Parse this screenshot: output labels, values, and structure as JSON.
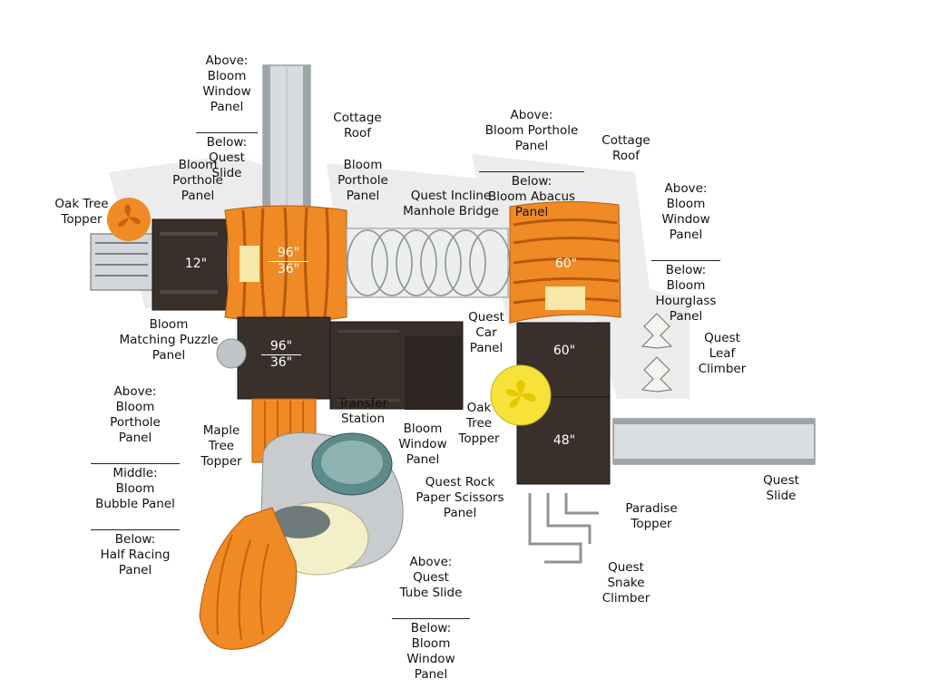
{
  "colors": {
    "deck": "#3a302b",
    "roof_orange": "#f08a24",
    "roof_stripe": "#c96412",
    "slide_gray": "#d5d9dc",
    "tube_teal": "#5d8a8a",
    "tube_cream": "#f3efc8",
    "yellow": "#f7e23a",
    "label_text": "#111111"
  },
  "dimensions": {
    "deck_a": "12\"",
    "roof_b_top": "96\"",
    "roof_b_bottom": "36\"",
    "deck_c_top": "96\"",
    "deck_c_bottom": "36\"",
    "roof_d": "60\"",
    "deck_e": "60\"",
    "deck_f": "48\""
  },
  "labels": {
    "oak_tree_topper_left": "Oak Tree\nTopper",
    "bloom_porthole_panel_1": "Bloom\nPorthole\nPanel",
    "above_below_quest_slide_top": [
      "Above:\nBloom\nWindow\nPanel",
      "Below:\nQuest\nSlide"
    ],
    "cottage_roof_1": "Cottage\nRoof",
    "bloom_porthole_panel_2": "Bloom\nPorthole\nPanel",
    "quest_incline_bridge": "Quest Incline\nManhole Bridge",
    "above_below_porthole_abacus": [
      "Above:\nBloom Porthole\nPanel",
      "Below:\nBloom Abacus\nPanel"
    ],
    "cottage_roof_2": "Cottage\nRoof",
    "above_below_hourglass": [
      "Above:\nBloom\nWindow\nPanel",
      "Below:\nBloom\nHourglass\nPanel"
    ],
    "bloom_matching_puzzle": "Bloom\nMatching Puzzle\nPanel",
    "quest_car_panel": "Quest\nCar\nPanel",
    "quest_leaf_climber": "Quest\nLeaf\nClimber",
    "above_middle_below_left": [
      "Above:\nBloom\nPorthole\nPanel",
      "Middle:\nBloom\nBubble Panel",
      "Below:\nHalf Racing\nPanel"
    ],
    "maple_tree_topper": "Maple\nTree\nTopper",
    "transfer_station": "Transfer\nStation",
    "bloom_window_panel": "Bloom\nWindow\nPanel",
    "oak_tree_topper_right": "Oak\nTree\nTopper",
    "quest_rock_paper": "Quest Rock\nPaper Scissors\nPanel",
    "paradise_topper": "Paradise\nTopper",
    "quest_slide_right": "Quest\nSlide",
    "quest_snake_climber": "Quest\nSnake\nClimber",
    "above_below_tube_slide": [
      "Above:\nQuest\nTube Slide",
      "Below:\nBloom\nWindow\nPanel"
    ]
  }
}
